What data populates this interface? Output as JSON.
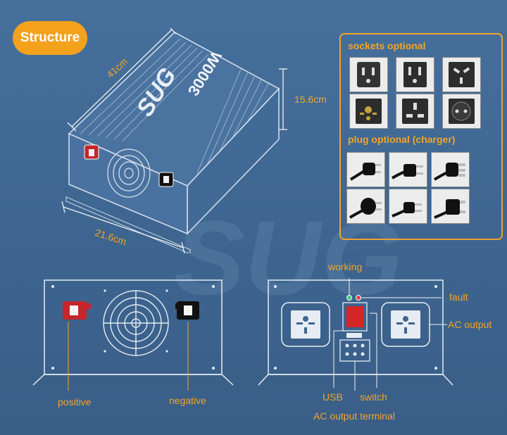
{
  "badge": {
    "label": "Structure"
  },
  "brand": {
    "watermark": "SUG",
    "model": "3000W"
  },
  "dimensions": {
    "length": "41cm",
    "height": "15.6cm",
    "width": "21.6cm"
  },
  "options": {
    "sockets_title": "sockets optional",
    "plug_title": "plug optional (charger)",
    "sockets": [
      "us-socket-icon",
      "us-20a-socket-icon",
      "au-socket-icon",
      "universal-socket-icon",
      "uk-socket-icon",
      "schuko-socket-icon"
    ],
    "plugs": [
      "au-plug-icon",
      "us-plug-icon",
      "sa-plug-icon",
      "eu-plug-icon",
      "us-2pin-plug-icon",
      "uk-plug-icon"
    ]
  },
  "front_panel": {
    "positive": "positive",
    "negative": "negative"
  },
  "back_panel": {
    "working": "working",
    "fault": "fault",
    "ac_output": "AC output",
    "usb": "USB",
    "switch": "switch",
    "ac_output_terminal": "AC output terminal"
  },
  "colors": {
    "accent": "#f2a428",
    "background": "#3f6490",
    "positive_terminal": "#c5252b",
    "negative_terminal": "#111111"
  }
}
